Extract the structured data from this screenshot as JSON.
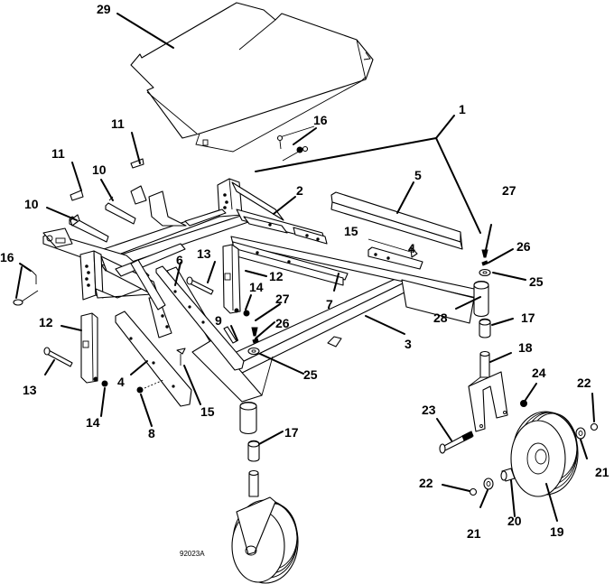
{
  "figure": {
    "type": "exploded-parts-diagram",
    "subject": "Caster wheel frame assembly",
    "figure_id": "92023A"
  },
  "callouts": [
    {
      "number": "29",
      "part": "deck-cover"
    },
    {
      "number": "1",
      "part": "frame-assembly"
    },
    {
      "number": "2",
      "part": "frame-member"
    },
    {
      "number": "3",
      "part": "frame-arm"
    },
    {
      "number": "4",
      "part": "channel"
    },
    {
      "number": "4",
      "part": "channel"
    },
    {
      "number": "5",
      "part": "channel"
    },
    {
      "number": "6",
      "part": "channel"
    },
    {
      "number": "7",
      "part": "channel"
    },
    {
      "number": "8",
      "part": "nut"
    },
    {
      "number": "9",
      "part": "bolt"
    },
    {
      "number": "10",
      "part": "bracket"
    },
    {
      "number": "10",
      "part": "bracket"
    },
    {
      "number": "11",
      "part": "clip"
    },
    {
      "number": "11",
      "part": "clip"
    },
    {
      "number": "12",
      "part": "post"
    },
    {
      "number": "12",
      "part": "post"
    },
    {
      "number": "13",
      "part": "bolt"
    },
    {
      "number": "13",
      "part": "bolt"
    },
    {
      "number": "14",
      "part": "nut"
    },
    {
      "number": "14",
      "part": "nut"
    },
    {
      "number": "15",
      "part": "bolt"
    },
    {
      "number": "15",
      "part": "bolt"
    },
    {
      "number": "16",
      "part": "pin"
    },
    {
      "number": "16",
      "part": "pin"
    },
    {
      "number": "17",
      "part": "bushing"
    },
    {
      "number": "17",
      "part": "bushing"
    },
    {
      "number": "18",
      "part": "caster-fork"
    },
    {
      "number": "19",
      "part": "wheel"
    },
    {
      "number": "20",
      "part": "spacer"
    },
    {
      "number": "21",
      "part": "washer"
    },
    {
      "number": "21",
      "part": "washer"
    },
    {
      "number": "22",
      "part": "nut"
    },
    {
      "number": "22",
      "part": "nut"
    },
    {
      "number": "23",
      "part": "axle-bolt"
    },
    {
      "number": "24",
      "part": "nut"
    },
    {
      "number": "25",
      "part": "washer"
    },
    {
      "number": "25",
      "part": "washer"
    },
    {
      "number": "26",
      "part": "washer"
    },
    {
      "number": "26",
      "part": "washer"
    },
    {
      "number": "27",
      "part": "fitting"
    },
    {
      "number": "27",
      "part": "fitting"
    },
    {
      "number": "28",
      "part": "caster-spindle-housing"
    }
  ]
}
